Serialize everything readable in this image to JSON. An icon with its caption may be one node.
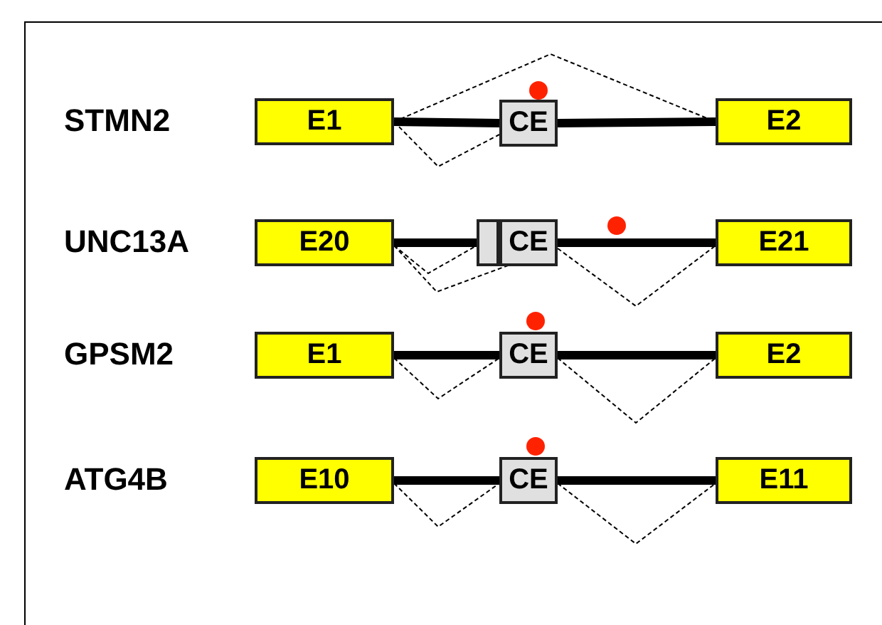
{
  "diagram": {
    "nodes": [
      {
        "text": [
          "E1"
        ]
      },
      {
        "text": [
          "CE"
        ]
      },
      {
        "text": [
          "E2"
        ]
      },
      {
        "text": [
          "E20"
        ]
      },
      {
        "text": [],
        "shape": "box"
      },
      {
        "text": [
          "CE"
        ]
      },
      {
        "text": [
          "E21"
        ]
      },
      {
        "text": [
          "E1"
        ]
      },
      {
        "text": [
          "CE"
        ]
      },
      {
        "text": [
          "E2"
        ]
      },
      {
        "text": [
          "E10"
        ]
      },
      {
        "text": [
          "CE"
        ]
      },
      {
        "text": [
          "E11"
        ]
      }
    ],
    "edges": [
      {
        "from": 0,
        "to": 1,
        "arrow": "none",
        "style": "thick"
      },
      {
        "from": 1,
        "to": 2,
        "arrow": "none",
        "style": "thick"
      },
      {
        "from": 0,
        "to": 2,
        "arrow": "none",
        "style": "dashed"
      },
      {
        "from": 0,
        "to": 1,
        "arrow": "none",
        "style": "dashed"
      },
      {
        "from": 3,
        "to": 4,
        "arrow": "none",
        "style": "thick"
      },
      {
        "from": 5,
        "to": 6,
        "arrow": "none",
        "style": "thick"
      },
      {
        "from": 3,
        "to": 4,
        "arrow": "none",
        "style": "dashed"
      },
      {
        "from": 3,
        "to": 5,
        "arrow": "none",
        "style": "dashed"
      },
      {
        "from": 5,
        "to": 6,
        "arrow": "none",
        "style": "dashed"
      },
      {
        "from": 7,
        "to": 8,
        "arrow": "none",
        "style": "thick"
      },
      {
        "from": 8,
        "to": 9,
        "arrow": "none",
        "style": "thick"
      },
      {
        "from": 7,
        "to": 8,
        "arrow": "none",
        "style": "dashed"
      },
      {
        "from": 8,
        "to": 9,
        "arrow": "none",
        "style": "dashed"
      },
      {
        "from": 10,
        "to": 11,
        "arrow": "none",
        "style": "thick"
      },
      {
        "from": 11,
        "to": 12,
        "arrow": "none",
        "style": "thick"
      },
      {
        "from": 10,
        "to": 11,
        "arrow": "none",
        "style": "dashed"
      },
      {
        "from": 11,
        "to": 12,
        "arrow": "none",
        "style": "dashed"
      }
    ],
    "labels": [
      "STMN2",
      "UNC13A",
      "GPSM2",
      "ATG4B"
    ]
  }
}
